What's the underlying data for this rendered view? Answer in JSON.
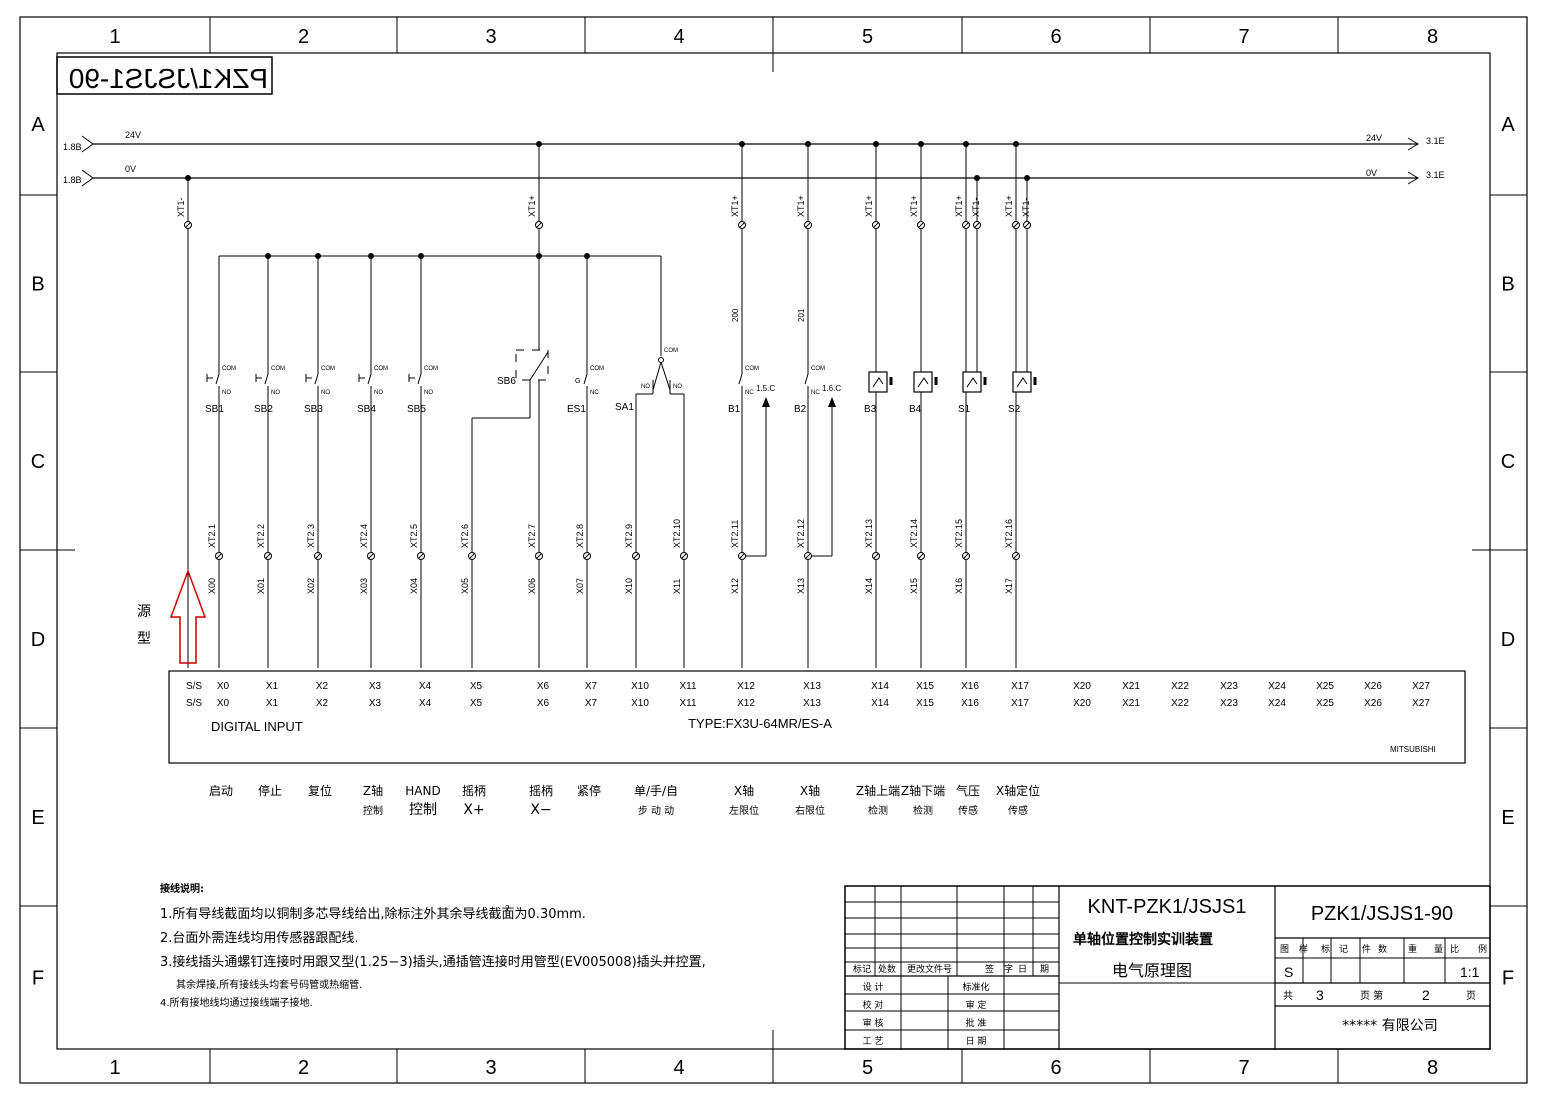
{
  "grid": {
    "columns": [
      "1",
      "2",
      "3",
      "4",
      "5",
      "6",
      "7",
      "8"
    ],
    "rows": [
      "A",
      "B",
      "C",
      "D",
      "E",
      "F"
    ]
  },
  "drawing_number_mirrored": "PZK1/JSJS1-90",
  "rails": {
    "top": {
      "ref_left": "1.8B",
      "label": "24V",
      "label_right": "24V",
      "ref_right": "3.1E"
    },
    "bottom": {
      "ref_left": "1.8B",
      "label": "0V",
      "label_right": "0V",
      "ref_right": "3.1E"
    }
  },
  "channels": [
    {
      "rail": "XT1-",
      "device": "",
      "contact": "",
      "xt2": "",
      "x": "",
      "plc1": "S/S",
      "plc2": "S/S"
    },
    {
      "rail": "",
      "device": "SB1",
      "contact": "COM/NO",
      "xt2": "XT2.1",
      "x": "X00",
      "plc1": "X0",
      "plc2": "X0",
      "function": "启动"
    },
    {
      "rail": "",
      "device": "SB2",
      "contact": "COM/NO",
      "xt2": "XT2.2",
      "x": "X01",
      "plc1": "X1",
      "plc2": "X1",
      "function": "停止"
    },
    {
      "rail": "",
      "device": "SB3",
      "contact": "COM/NO",
      "xt2": "XT2.3",
      "x": "X02",
      "plc1": "X2",
      "plc2": "X2",
      "function": "复位"
    },
    {
      "rail": "",
      "device": "SB4",
      "contact": "COM/NO",
      "xt2": "XT2.4",
      "x": "X03",
      "plc1": "X3",
      "plc2": "X3",
      "function": "Z轴",
      "function2": "控制"
    },
    {
      "rail": "",
      "device": "SB5",
      "contact": "COM/NO",
      "xt2": "XT2.5",
      "x": "X04",
      "plc1": "X4",
      "plc2": "X4",
      "function": "HAND",
      "function2": "控制"
    },
    {
      "rail": "",
      "device": "",
      "contact": "",
      "xt2": "XT2.6",
      "x": "X05",
      "plc1": "X5",
      "plc2": "X5",
      "function": "摇柄",
      "function2": "X+"
    },
    {
      "rail": "XT1+",
      "device": "SB6",
      "contact": "",
      "xt2": "XT2.7",
      "x": "X06",
      "plc1": "X6",
      "plc2": "X6",
      "function": "摇柄",
      "function2": "X−"
    },
    {
      "rail": "",
      "device": "ES1",
      "contact": "COM/NC",
      "xt2": "XT2.8",
      "x": "X07",
      "plc1": "X7",
      "plc2": "X7",
      "function": "紧停"
    },
    {
      "rail": "",
      "device": "SA1",
      "contact": "NO",
      "xt2": "XT2.9",
      "x": "X10",
      "plc1": "X10",
      "plc2": "X10",
      "function": "单/手/自",
      "function2": "步  动  动"
    },
    {
      "rail": "",
      "device": "",
      "contact": "COM/NO",
      "xt2": "XT2.10",
      "x": "X11",
      "plc1": "X11",
      "plc2": "X11"
    },
    {
      "rail": "XT1+",
      "wire": "200",
      "device": "B1",
      "contact": "COM/NC",
      "ref": "1.5.C",
      "xt2": "XT2.11",
      "x": "X12",
      "plc1": "X12",
      "plc2": "X12",
      "function": "X轴",
      "function2": "左限位"
    },
    {
      "rail": "XT1+",
      "wire": "201",
      "device": "B2",
      "contact": "COM/NC",
      "ref": "1.6.C",
      "xt2": "XT2.12",
      "x": "X13",
      "plc1": "X13",
      "plc2": "X13",
      "function": "X轴",
      "function2": "右限位"
    },
    {
      "rail": "XT1+",
      "device": "B3",
      "xt2": "XT2.13",
      "x": "X14",
      "plc1": "X14",
      "plc2": "X14",
      "function": "Z轴上端",
      "function2": "检测"
    },
    {
      "rail": "XT1+",
      "device": "B4",
      "xt2": "XT2.14",
      "x": "X15",
      "plc1": "X15",
      "plc2": "X15",
      "function": "Z轴下端",
      "function2": "检测"
    },
    {
      "rail": "XT1+",
      "rail2": "XT1-",
      "device": "S1",
      "xt2": "XT2.15",
      "x": "X16",
      "plc1": "X16",
      "plc2": "X16",
      "function": "气压",
      "function2": "传感"
    },
    {
      "rail": "XT1+",
      "rail2": "XT1-",
      "device": "S2",
      "xt2": "XT2.16",
      "x": "X17",
      "plc1": "X17",
      "plc2": "X17",
      "function": "X轴定位",
      "function2": "传感"
    }
  ],
  "spare_inputs": [
    "X20",
    "X21",
    "X22",
    "X23",
    "X24",
    "X25",
    "X26",
    "X27"
  ],
  "plc": {
    "label": "DIGITAL  INPUT",
    "type": "TYPE:FX3U-64MR/ES-A",
    "brand": "MITSUBISHI"
  },
  "annotation": {
    "line1": "源",
    "line2": "型"
  },
  "notes": {
    "heading": "接线说明:",
    "items": [
      "1.所有导线截面均以铜制多芯导线给出,除标注外其余导线截面为0.30mm.",
      "2.台面外需连线均用传感器跟配线.",
      "3.接线插头通螺钉连接时用跟叉型(1.25−3)插头,通插管连接时用管型(EV005008)插头并控置,",
      "其余焊接,所有接线头均套号码管或热缩管.",
      "4.所有接地线均通过接线端子接地."
    ],
    "marker": "2"
  },
  "title_block": {
    "project": "KNT-PZK1/JSJS1",
    "name": "单轴位置控制实训装置",
    "drawing": "电气原理图",
    "number": "PZK1/JSJS1-90",
    "rev_headers": [
      "标记",
      "处数",
      "更改文件号",
      "签",
      "字",
      "日",
      "期"
    ],
    "sign_left": [
      "设  计",
      "校  对",
      "审  核",
      "工  艺"
    ],
    "sign_right": [
      "标准化",
      "审  定",
      "批  准",
      "日  期"
    ],
    "attr_headers": [
      "图",
      "样",
      "标",
      "记",
      "件",
      "数",
      "重",
      "量",
      "比",
      "例"
    ],
    "mark_value": "S",
    "scale": "1:1",
    "sheet_total_label": "共",
    "sheet_total": "3",
    "sheet_page_label": "页  第",
    "sheet_no": "2",
    "sheet_end": "页",
    "company": "*****  有限公司"
  }
}
